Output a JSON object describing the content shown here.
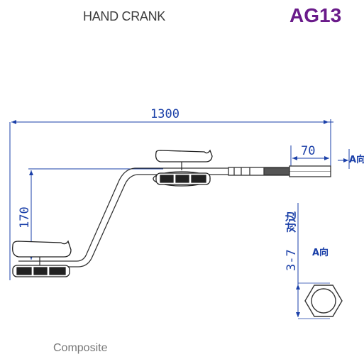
{
  "header": {
    "title": "HAND CRANK",
    "model": "AG13"
  },
  "dimensions": {
    "overall_length": "1300",
    "end_offset": "70",
    "height": "170",
    "hex_spec": "3-7",
    "hex_spec_suffix": "对边"
  },
  "labels": {
    "view_a": "A向"
  },
  "footer": {
    "material": "Composite"
  },
  "colors": {
    "model": "#6a1b8a",
    "dimension": "#1a3fa8",
    "outline": "#333333"
  }
}
